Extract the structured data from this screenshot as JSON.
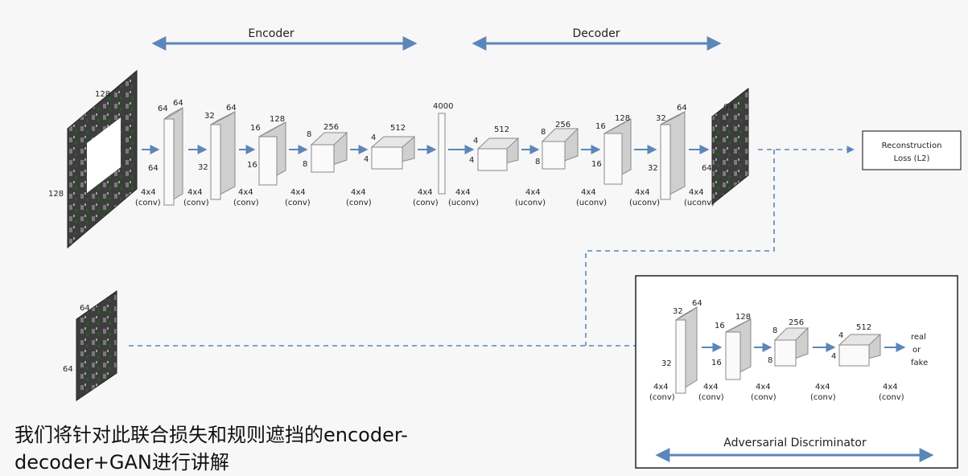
{
  "headings": {
    "encoder": "Encoder",
    "decoder": "Decoder"
  },
  "input_image": {
    "width": "128",
    "height": "128"
  },
  "output_image": {
    "size": "64",
    "size_side": "64"
  },
  "real_image": {
    "size": "64",
    "size_side": "64"
  },
  "encoder_blocks": [
    {
      "dim_top": "64",
      "depth": "64",
      "dim_side": "64",
      "op": "4x4",
      "op_type": "(conv)"
    },
    {
      "dim_top": "32",
      "depth": "64",
      "dim_side": "32",
      "op": "4x4",
      "op_type": "(conv)"
    },
    {
      "dim_top": "16",
      "depth": "128",
      "dim_side": "16",
      "op": "4x4",
      "op_type": "(conv)"
    },
    {
      "dim_top": "8",
      "depth": "256",
      "dim_side": "8",
      "op": "4x4",
      "op_type": "(conv)"
    },
    {
      "dim_top": "4",
      "depth": "512",
      "dim_side": "4",
      "op": "4x4",
      "op_type": "(conv)"
    }
  ],
  "bottleneck": {
    "depth": "4000",
    "op": "4x4",
    "op_type": "(conv)"
  },
  "decoder_blocks": [
    {
      "dim_top": "4",
      "depth": "512",
      "dim_side": "4",
      "op": "4x4",
      "op_type": "(uconv)"
    },
    {
      "dim_top": "8",
      "depth": "256",
      "dim_side": "8",
      "op": "4x4",
      "op_type": "(uconv)"
    },
    {
      "dim_top": "16",
      "depth": "128",
      "dim_side": "16",
      "op": "4x4",
      "op_type": "(uconv)"
    },
    {
      "dim_top": "32",
      "depth": "64",
      "dim_side": "32",
      "op": "4x4",
      "op_type": "(uconv)"
    }
  ],
  "first_decoder_op": {
    "op": "4x4",
    "op_type": "(uconv)"
  },
  "reconstruction_loss": {
    "line1": "Reconstruction",
    "line2": "Loss (L2)"
  },
  "discriminator": {
    "title": "Adversarial Discriminator",
    "blocks": [
      {
        "dim_top": "32",
        "depth": "64",
        "dim_side": "32",
        "op": "4x4",
        "op_type": "(conv)"
      },
      {
        "dim_top": "16",
        "depth": "128",
        "dim_side": "16",
        "op": "4x4",
        "op_type": "(conv)"
      },
      {
        "dim_top": "8",
        "depth": "256",
        "dim_side": "8",
        "op": "4x4",
        "op_type": "(conv)"
      },
      {
        "dim_top": "4",
        "depth": "512",
        "dim_side": "4",
        "op": "4x4",
        "op_type": "(conv)"
      }
    ],
    "first_op": {
      "op": "4x4",
      "op_type": "(conv)"
    },
    "output": [
      "real",
      "or",
      "fake"
    ]
  },
  "caption": "我们将针对此联合损失和规则遮挡的encoder-decoder+GAN进行讲解",
  "colors": {
    "arrow": "#5b86b8",
    "block_face": "#fafafa",
    "block_side": "#cfcfcf",
    "block_top": "#e6e6e6",
    "photo": "#3a3a3a"
  }
}
